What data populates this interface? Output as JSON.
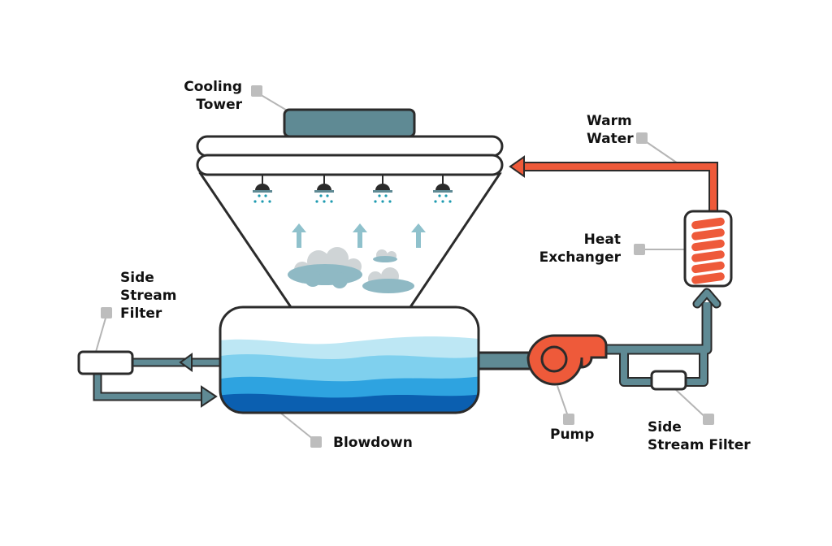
{
  "labels": {
    "cooling_tower": [
      "Cooling",
      "Tower"
    ],
    "warm_water": [
      "Warm",
      "Water"
    ],
    "heat_exchanger": [
      "Heat",
      "Exchanger"
    ],
    "side_stream_filter_left": [
      "Side",
      "Stream",
      "Filter"
    ],
    "blowdown": "Blowdown",
    "pump": "Pump",
    "side_stream_filter_right": [
      "Side",
      "Stream Filter"
    ]
  },
  "colors": {
    "pipe": "#5f8a94",
    "hot": "#ee5a3a",
    "outline": "#2b2b2b",
    "leader": "#b5b5b5",
    "water": [
      "#bde7f4",
      "#7fd0ee",
      "#2ea3e0",
      "#0b5fb0"
    ],
    "arrow": "#8fc1cc"
  }
}
